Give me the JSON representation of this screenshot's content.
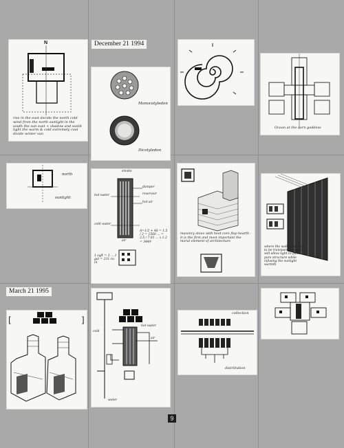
{
  "dates": {
    "december": "December 21 1994",
    "march": "March 21 1995"
  },
  "sketch_notes": {
    "card1_north": "N",
    "card1_text": "rise in the east   decide the north   cold wind from the north   sunlight in the south   the sun east + shadow and sunlit light   the warm & cold extremely cool divide   winter sun",
    "card2_top": "Monocotyledon",
    "card2_bottom": "Dicotyledon",
    "card4_text": "Ocean at the corn goddess",
    "card5_north": "north",
    "card5_south": "sunlight",
    "card6_labels": [
      "smoke",
      "damper",
      "reservoir",
      "hot air",
      "hot water",
      "cold water",
      "air"
    ],
    "card6_formulas": "A=1/2 + 48 = 1.5 / 2 = 1560 ... = 2.5 / 7.81 ... x 1.2 = 3449",
    "card6_bottom": "1 sqft = 3 ... 1 gal = 231 cu in",
    "card7_text": "masonry stove with heat core flap   hearth - it is the first and most important the moral element of architecture",
    "card8_text": "where the wall is needed to be transparent, water will allow light to pass   pure structure while infusing the sunlight warmth",
    "card10_labels": [
      "hot water",
      "cold",
      "air",
      "water"
    ],
    "card11_top": "collection",
    "card11_bottom": "distribution"
  },
  "page_number": "9"
}
